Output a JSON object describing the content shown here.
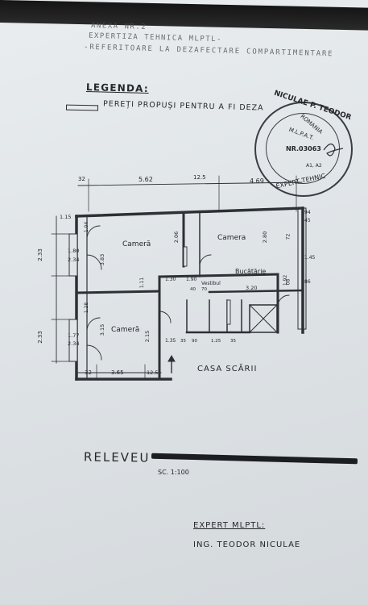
{
  "header": {
    "line1": "ANEXA NR.2",
    "line2": "EXPERTIZA TEHNICA MLPTL-",
    "line3": "-REFERITOARE LA DEZAFECTARE COMPARTIMENTARE"
  },
  "legend": {
    "title": "LEGENDA:",
    "item_text": "PEREȚI PROPUȘI PENTRU A FI DEZAFECTAȚI"
  },
  "stamp": {
    "top_text": "NICULAE P. TEODOR",
    "bottom_text": "EXPERT TEHNIC",
    "country": "ROMANIA",
    "ministry": "M.L.P.A.T.",
    "number": "NR.03063",
    "side": "A1, A2"
  },
  "plan": {
    "rooms": {
      "camera1": "Cameră",
      "camera2": "Camera",
      "camera3": "Cameră",
      "bucatarie": "Bucătărie",
      "vestibul": "Vestibul",
      "casa_scarii": "CASA SCĂRII"
    },
    "dims": {
      "top_left": "32",
      "top_mid": "5.62",
      "top_12": "12.5",
      "top_right": "4.69",
      "left_115": "1.15",
      "left_233a": "2.33",
      "left_233b": "2.33",
      "win1_top": "1.80",
      "win1_bot": "2.34",
      "win2_top": "1.77",
      "win2_bot": "2.34",
      "wall_104": "1.04",
      "wall_128": "1.28",
      "h_383": "3.83",
      "h_206": "2.06",
      "h_280": "2.80",
      "h_315": "3.15",
      "h_215": "2.15",
      "h_111": "1.11",
      "h_192": "1.92",
      "w_190": "1.90",
      "w_130": "1.30",
      "w_320": "3.20",
      "w_135": "1.35",
      "w_40": "40",
      "w_70": "70",
      "w_90": "90",
      "w_35a": "35",
      "w_35b": "35",
      "w_125": "1.25",
      "bot_32": "32",
      "bot_365": "3.65",
      "bot_125": "12.5",
      "right_94": "94",
      "right_45": "45",
      "right_145": "1.45",
      "right_72": "72",
      "right_08": "08",
      "right_86": "86"
    }
  },
  "footer": {
    "releveu": "RELEVEU",
    "scale": "SC. 1:100",
    "expert_label": "EXPERT MLPTL:",
    "expert_name": "ING. TEODOR NICULAE"
  }
}
